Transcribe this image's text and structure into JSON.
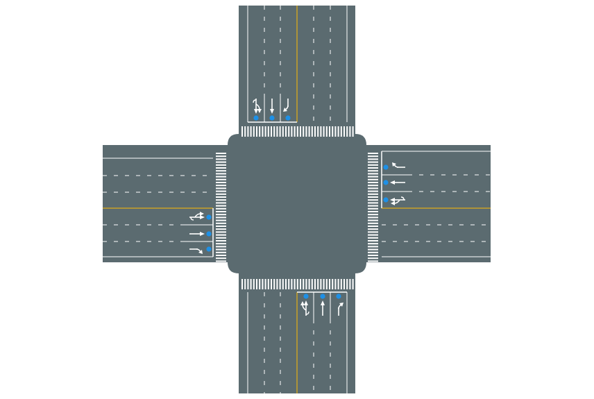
{
  "colors": {
    "background": "#ffffff",
    "road": "#5b6b70",
    "lane_line": "#ffffff",
    "center_line": "#c9a227",
    "crosswalk": "#ffffff",
    "detector": "#1e90e6",
    "arrow": "#ffffff"
  },
  "approaches": [
    {
      "name": "north",
      "movements": [
        "left-uturn",
        "through",
        "right"
      ]
    },
    {
      "name": "east",
      "movements": [
        "left-uturn",
        "through",
        "right"
      ]
    },
    {
      "name": "south",
      "movements": [
        "left-uturn",
        "through",
        "right"
      ]
    },
    {
      "name": "west",
      "movements": [
        "left-uturn",
        "through",
        "right"
      ]
    }
  ],
  "icons": {
    "left_uturn": "left-uturn-arrow-icon",
    "through": "through-arrow-icon",
    "right": "right-turn-arrow-icon",
    "detector": "detector-dot-icon"
  }
}
